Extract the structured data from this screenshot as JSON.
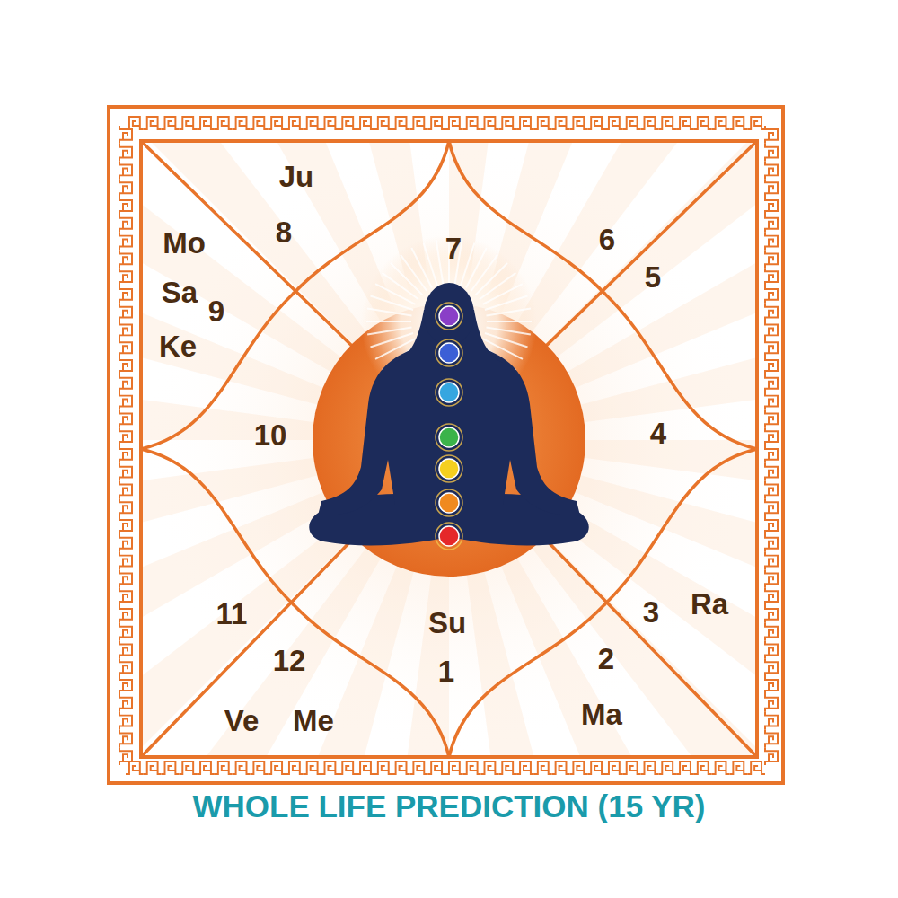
{
  "diagram": {
    "caption": "WHOLE LIFE PREDICTION (15 YR)",
    "labels": [
      "Ju",
      "8",
      "7",
      "6",
      "5",
      "Mo",
      "Sa",
      "9",
      "Ke",
      "10",
      "4",
      "11",
      "12",
      "Ve",
      "Me",
      "Su",
      "1",
      "2",
      "Ma",
      "3",
      "Ra"
    ]
  }
}
